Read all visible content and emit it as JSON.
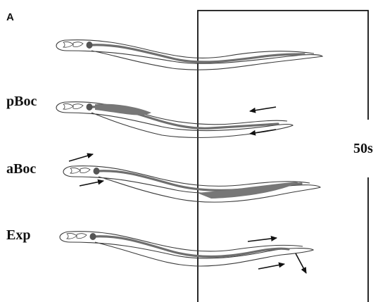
{
  "panel_label": "A",
  "labels": {
    "pboc": "pBoc",
    "aboc": "aBoc",
    "exp": "Exp"
  },
  "time_label": "50s",
  "colors": {
    "outline": "#3a3a3a",
    "gut": "#6e6e6e",
    "background": "#ffffff"
  }
}
